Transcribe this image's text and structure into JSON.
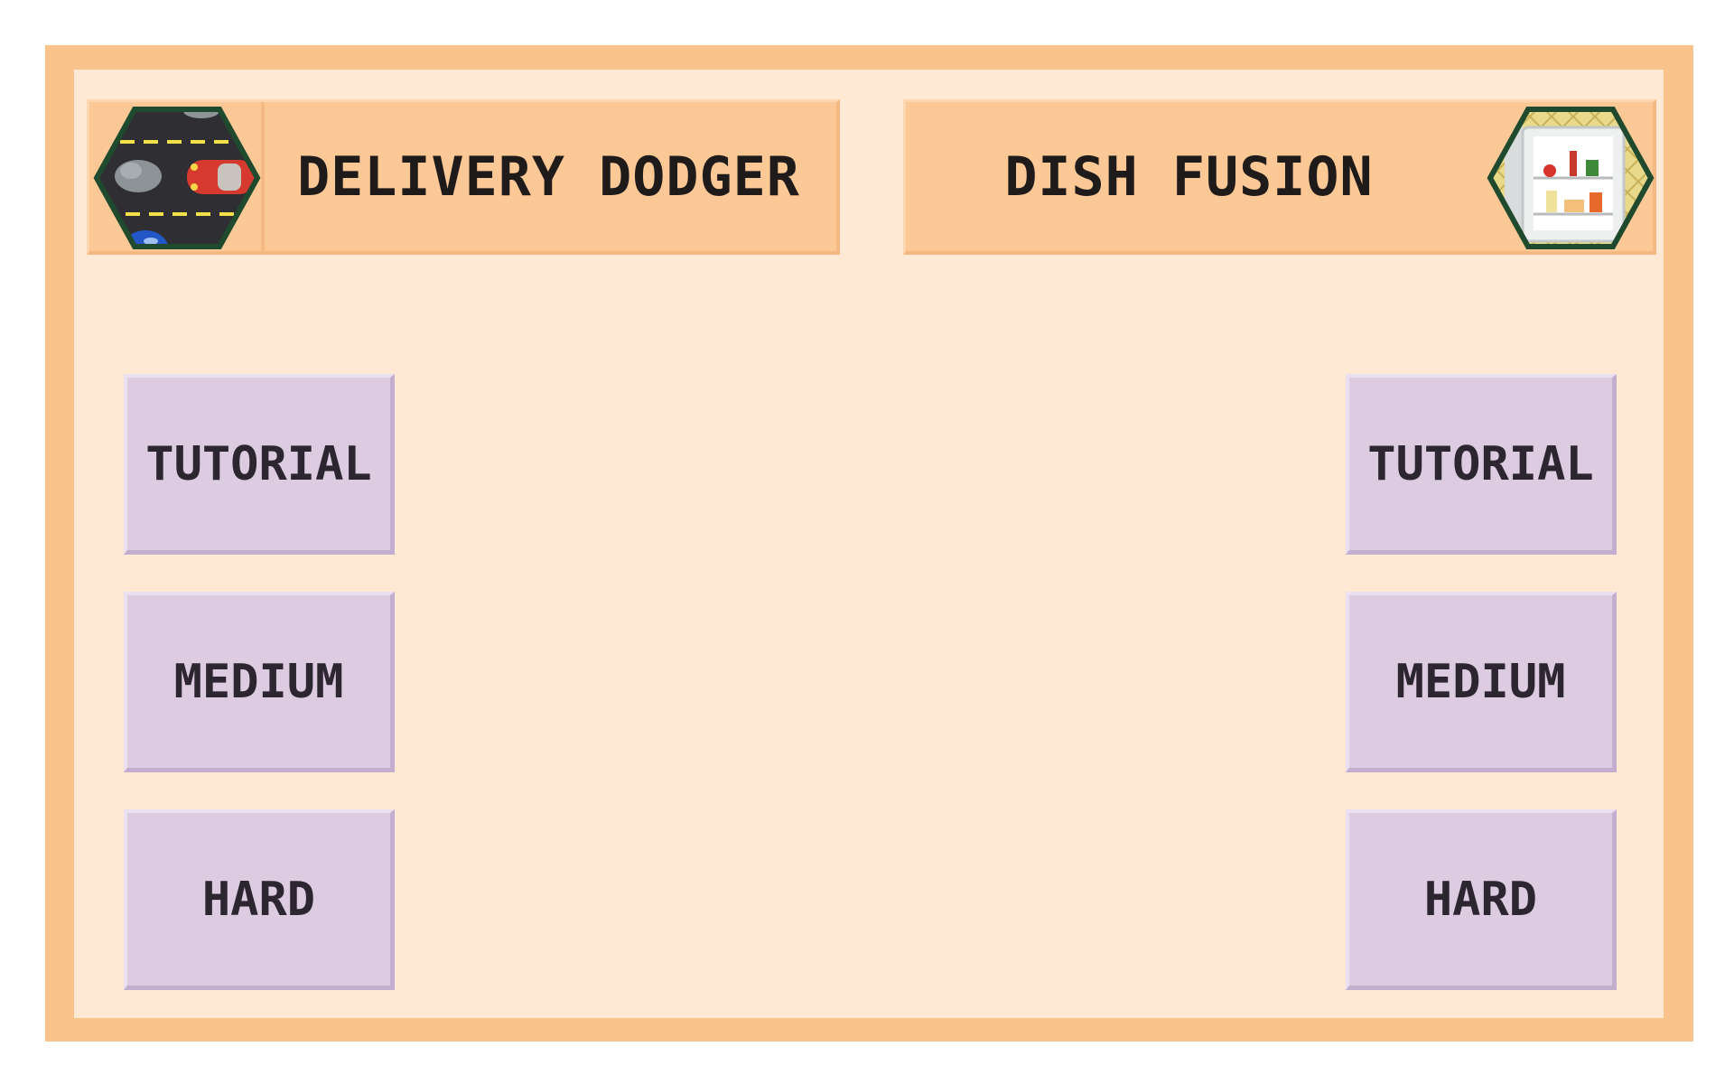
{
  "games": [
    {
      "title": "DELIVERY DODGER",
      "icon": "road-car-icon",
      "buttons": [
        "TUTORIAL",
        "MEDIUM",
        "HARD"
      ]
    },
    {
      "title": "DISH FUSION",
      "icon": "fridge-icon",
      "buttons": [
        "TUTORIAL",
        "MEDIUM",
        "HARD"
      ]
    }
  ],
  "colors": {
    "frame": "#fbc38c",
    "panel": "#ffe8d4",
    "banner": "#fbc896",
    "button": "#dccbe1",
    "hex_border": "#1f4a2e"
  }
}
